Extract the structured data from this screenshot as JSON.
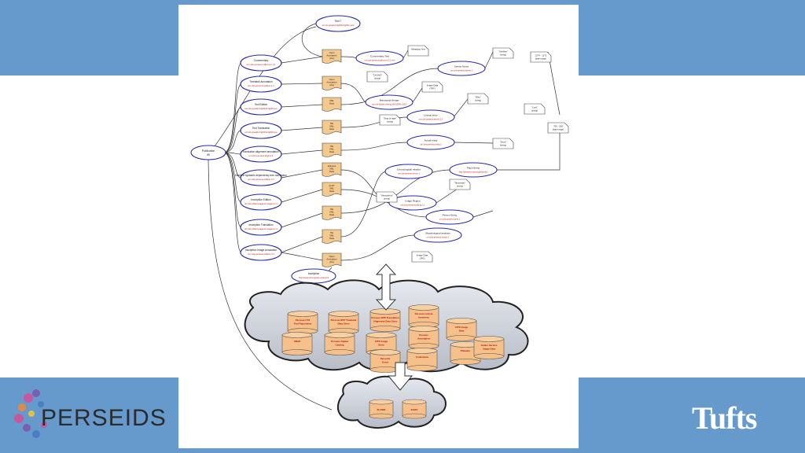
{
  "slide": {
    "root": {
      "label": "Publication",
      "sub": "IRI"
    },
    "cts_items": [
      {
        "title": "Commentary",
        "urn": "urn:cite:perseus:pdlcomm.1.1"
      },
      {
        "title": "Treebank Annotation",
        "urn": "urn:cite:perseus:pdlann.1.1"
      },
      {
        "title": "Text Edition",
        "urn": "urn:cts:greekLit:tlg0012.tlg001.perseus-grc1.1.1-1.4"
      },
      {
        "title": "Text Translation",
        "urn": "urn:cts:greekLit:tlg0012.tlg001.perseus-eng1.1.1-1.4"
      },
      {
        "title": "translation alignment annotation",
        "urn": "urn:cite:perseus:align.1.1"
      },
      {
        "title": "Machine syntactic dependency tree annotation",
        "urn": "urn:cite:perseus:pdlann.2.1"
      },
      {
        "title": "Inscription Edition",
        "urn": "urn:cts:pdlepi:eagle.tm.eagle.tm.1"
      },
      {
        "title": "Inscription Translation",
        "urn": "urn:cts:pdlepi:eagle.tm.eagle.tm.1.en"
      },
      {
        "title": "Inscription Image Annotation",
        "urn": "urn:cite:perseus:pdlann.3.1"
      }
    ],
    "types": [
      "Open Annotation (Oa) JSON-LD",
      "Open Annotation (Oa) JSON-LD",
      "XML Data",
      "TEI XML Data",
      "TEI XML Data",
      "alpheios XML Data",
      "ALDT XML Data",
      "TEI XML Data",
      "TEI XML Data",
      "Open Annotation (Oa) JSON-LD"
    ],
    "top_urn": {
      "title": "Text ?",
      "urn": "urn:cts:greekLit:tlg0012.tlg001.perseus-grc1.1.1"
    },
    "bottom_urn": {
      "title": "Inscription",
      "urn": "http://www.trismegistos.org/text/1"
    },
    "middle": [
      {
        "title": "Commentary Text",
        "urn": "urn:cite:perseus:pdlcomm.1.1.text"
      },
      {
        "title": "Manuscript Image",
        "urn": "urn:cite:fufolio:chsimg.VA012RN_0013"
      },
      {
        "title": "Syntax Notes",
        "urn": "urn:cite:perseus:lexent.1"
      },
      {
        "title": "Lexical entry",
        "urn": "urn:cite:perseus:lexent.1.1"
      },
      {
        "title": "Actual entity",
        "urn": "urn:cite:perseus:entity.1"
      },
      {
        "title": "Image Region",
        "urn": "urn:cite:perseus:pdlimg.1.1"
      },
      {
        "title": "Person Entity",
        "urn": "urn:cite:perseus:pers.1"
      },
      {
        "title": "Place Entity",
        "urn": "http://pleiades.stoa.org/places/1"
      },
      {
        "title": "Chronological relation",
        "urn": "urn:cite:perseus:chron.1"
      },
      {
        "title": "Morphological analysis",
        "urn": "urn:cite:perseus:morph.1"
      }
    ],
    "notes": [
      "Metadata Text",
      "\"Achilles\" (string)",
      "\"ΣΧΟΛΙΑ\" (string)",
      "Image Data (TIFF)",
      "\"Sing of rage\" (string)",
      "\"Who\" (string)",
      "\"Lord\" (string)",
      "\"Zeus\" (string)",
      "1274 - 1271 (date range)",
      "700 - 500 (date range)",
      "Image Data (JPG)",
      "\"Alexander\" (string)",
      "\"Alexandros\" (string)"
    ],
    "cloud_dbs": [
      "Perseus CTS Text Repository",
      "Perseus DPP Treebank Data Store",
      "Perseus DPP Translation Alignment Data Store",
      "Perseus Lexical Inventory",
      "Perseus Digital Catalog",
      "CITE Image Store",
      "CITE Image Data",
      "SNAP",
      "Pleiades",
      "Perseids Sosol",
      "Perseus Annotation",
      "Collections",
      "Online Service Image Data"
    ],
    "cloud2_dbs": [
      "FLOWS",
      "EXIST"
    ]
  },
  "logos": {
    "left": "PERSEIDS",
    "right": "Tufts"
  }
}
